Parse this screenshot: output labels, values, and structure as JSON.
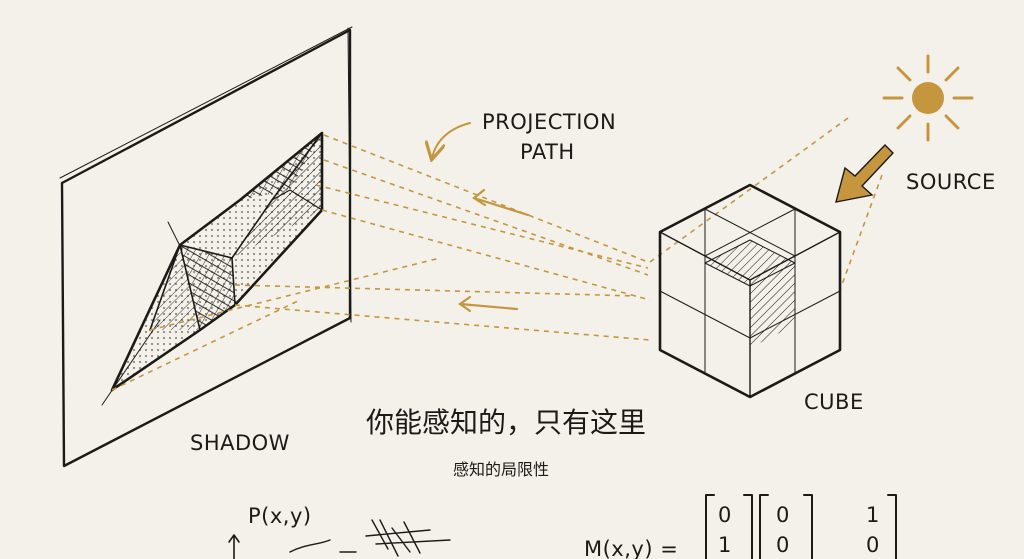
{
  "labels": {
    "projection_path_line1": "PROJECTION",
    "projection_path_line2": "PATH",
    "source": "SOURCE",
    "shadow": "SHADOW",
    "cube": "CUBE"
  },
  "caption": {
    "title": "你能感知的，只有这里",
    "subtitle": "感知的局限性"
  },
  "formulas": {
    "p": "P(x,y)",
    "m": "M(x,y) =",
    "matrix_col1": [
      "0",
      "1"
    ],
    "matrix_col2": [
      "0",
      "0"
    ],
    "matrix_col3": [
      "1",
      "0"
    ]
  },
  "colors": {
    "paper": "#f3f1ea",
    "ink": "#1c1a17",
    "accent": "#c6963f"
  },
  "icons": [
    "sun-icon",
    "arrow-icon"
  ]
}
